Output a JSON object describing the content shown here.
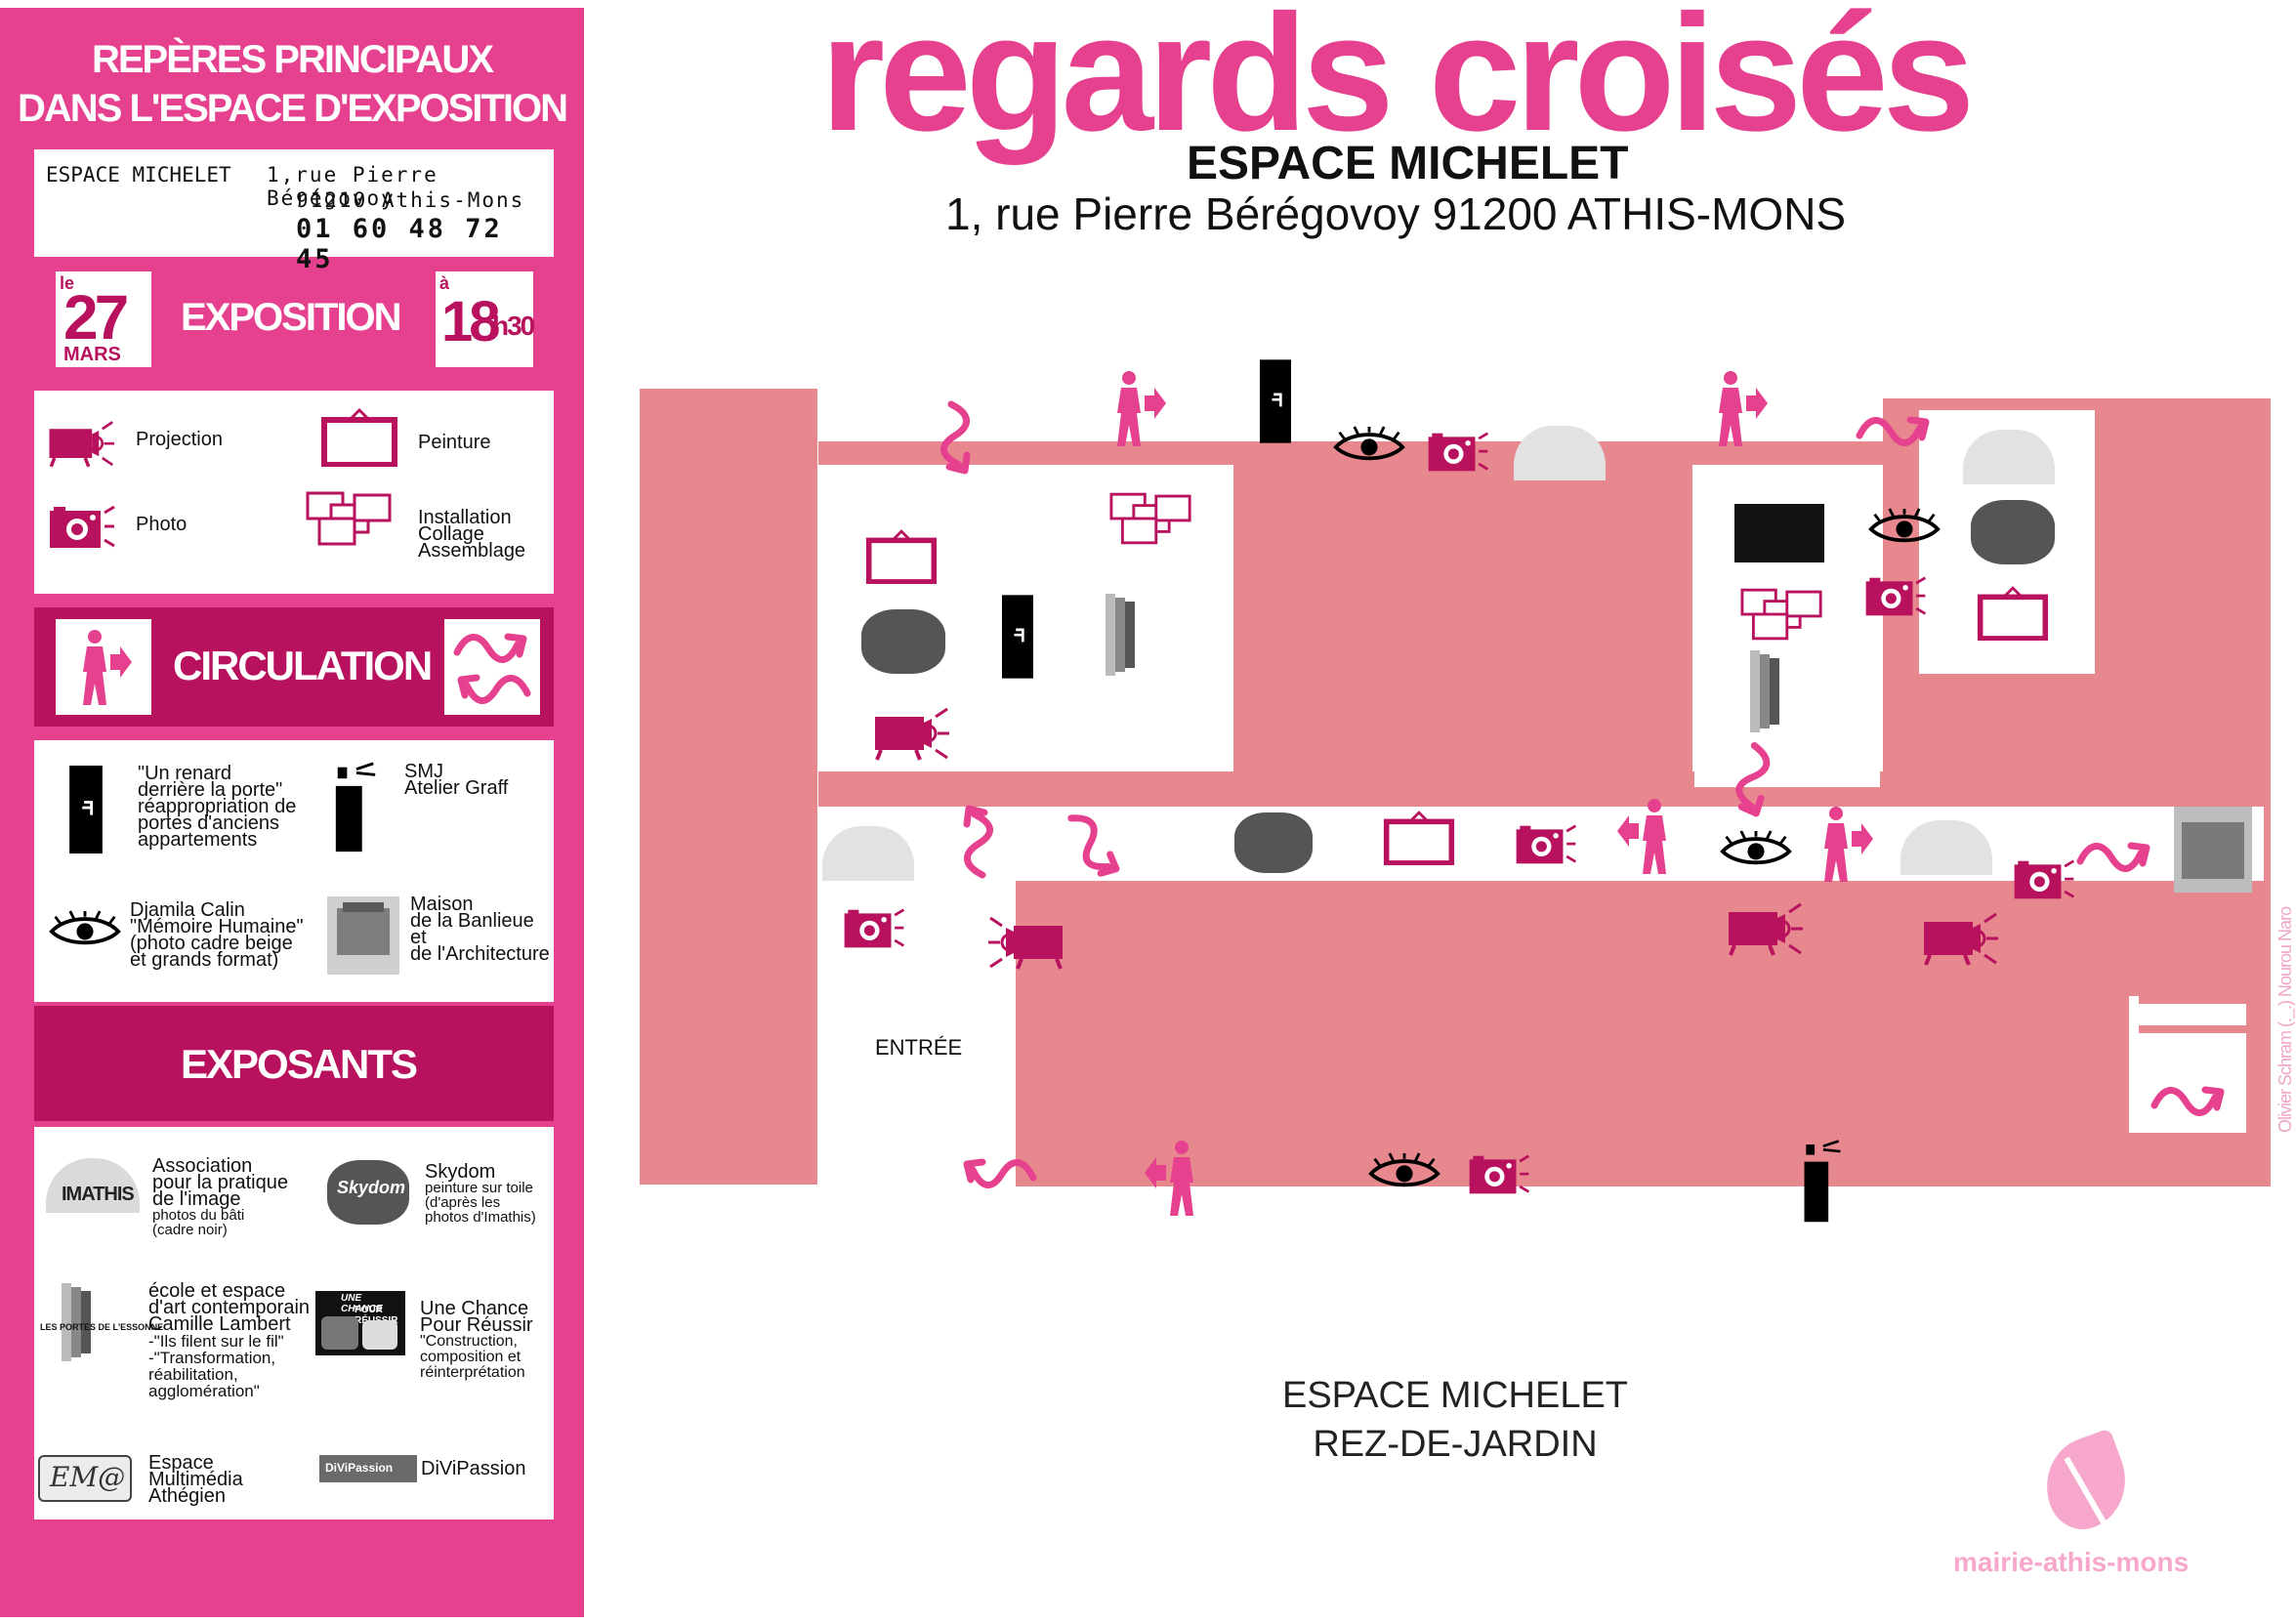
{
  "header": {
    "title": "regards croisés",
    "venue": "ESPACE MICHELET",
    "address": "1, rue Pierre Bérégovoy 91200 ATHIS-MONS"
  },
  "sidebar": {
    "title_line1": "REPÈRES PRINCIPAUX",
    "title_line2": "DANS L'ESPACE D'EXPOSITION",
    "contact": {
      "name": "ESPACE MICHELET",
      "street": "1,rue Pierre Bérégovoy",
      "city": "91210 Athis-Mons",
      "phone": "01 60 48 72 45"
    },
    "event": {
      "le": "le",
      "day": "27",
      "month": "MARS",
      "label": "EXPOSITION",
      "a": "à",
      "hour": "18",
      "minutes": "h30"
    },
    "legend": {
      "projection": "Projection",
      "peinture": "Peinture",
      "photo": "Photo",
      "installation": [
        "Installation",
        "Collage",
        "Assemblage"
      ]
    },
    "circulation": "CIRCULATION",
    "partners": {
      "renard": [
        "\"Un renard",
        "derrière la porte\"",
        "réappropriation de",
        "portes d'anciens",
        "appartements"
      ],
      "smj": [
        "SMJ",
        "Atelier Graff"
      ],
      "djamila": [
        "Djamila Calin",
        "\"Mémoire Humaine\"",
        "(photo cadre beige",
        "et grands format)"
      ],
      "maison": [
        "Maison",
        "de la Banlieue",
        "et",
        "de l'Architecture"
      ]
    },
    "exposants_title": "EXPOSANTS",
    "exposants": {
      "imathis": [
        "Association",
        "pour la pratique",
        "de l'image",
        "photos du bâti",
        "(cadre noir)"
      ],
      "skydom": [
        "Skydom",
        "peinture sur toile",
        "(d'après les",
        "photos d'Imathis)"
      ],
      "portes": [
        "école et espace",
        "d'art contemporain",
        "Camille Lambert",
        "-\"Ils filent sur le fil\"",
        "-\"Transformation,",
        "réabilitation,",
        "agglomération\""
      ],
      "chance": [
        "Une Chance",
        "Pour Réussir",
        "\"Construction,",
        "composition et",
        "réinterprétation"
      ],
      "em": [
        "Espace",
        "Multimédia",
        "Athégien"
      ],
      "divi": "DiViPassion"
    },
    "logo_texts": {
      "imathis": "IMATHIS",
      "skydom": "Skydom",
      "portes": "LES PORTES DE L'ESSONNE",
      "chance_top": "UNE CHANCE",
      "chance_bottom": "POUR RÉUSSIR",
      "em": "EM@",
      "divi": "DiViPassion"
    }
  },
  "map": {
    "entree": "ENTRÉE",
    "floor_name": "ESPACE MICHELET",
    "floor_level": "REZ-DE-JARDIN",
    "credit": "Olivier Schram  (._.)  Nourou Naro",
    "mairie": "mairie-athis-mons"
  },
  "colors": {
    "pink": "#e6418f",
    "magenta": "#b8115e",
    "room": "#e7888f",
    "black": "#000000"
  }
}
